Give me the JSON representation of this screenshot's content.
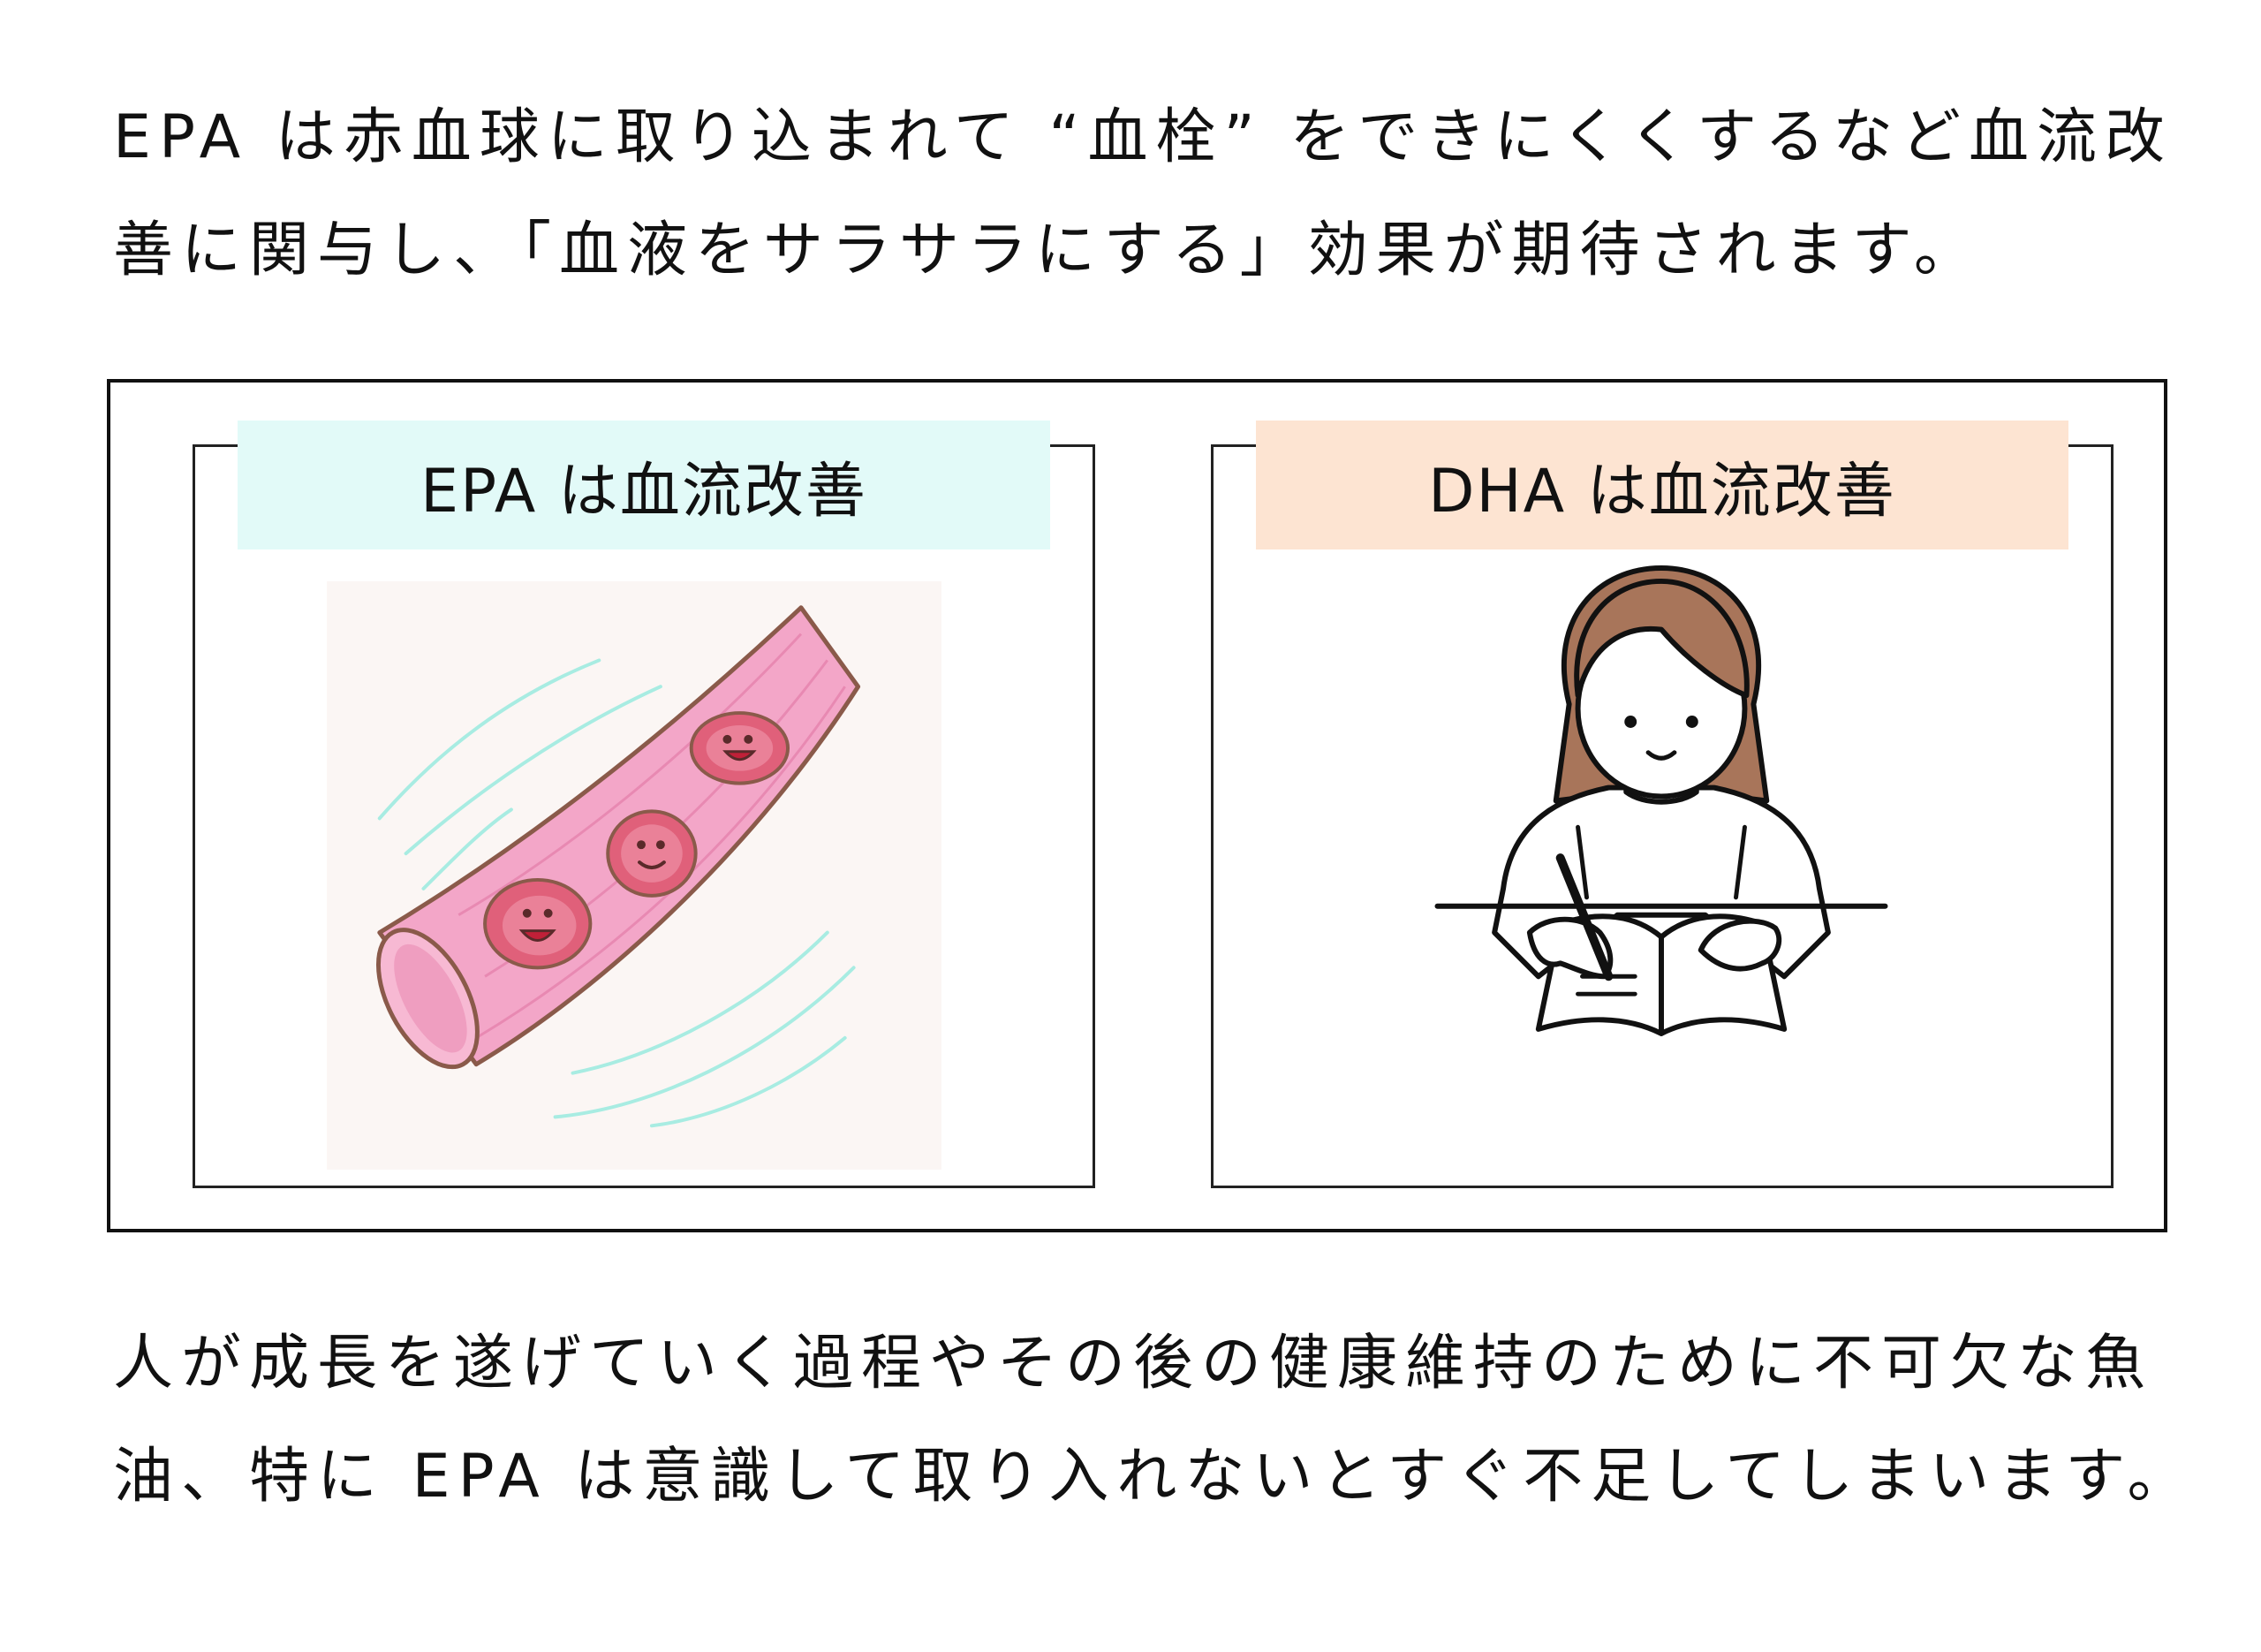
{
  "intro": {
    "line1": "EPA は赤血球に取り込まれて “血栓” をできにくくするなど血流改",
    "line2": "善に関与し、「血液をサラサラにする」効果が期待されます。"
  },
  "panels": [
    {
      "title": "EPA は血流改善",
      "title_bg": "#e2faf8",
      "illustration": "blood-vessel-with-red-blood-cells"
    },
    {
      "title": "DHA は血流改善",
      "title_bg": "#fde4d2",
      "illustration": "girl-studying-at-desk"
    }
  ],
  "outro": {
    "line1": "人が成長を遂げていく過程やその後の健康維持のために不可欠な魚",
    "line2": "油、特に EPA は意識して取り入れないとすぐ不足してしまいます。"
  },
  "colors": {
    "vessel_pink": "#f3a6c8",
    "vessel_outline": "#8a5a4a",
    "cell_red": "#e0607a",
    "flow_lines": "#a8ece2",
    "hair_brown": "#a8755a"
  }
}
